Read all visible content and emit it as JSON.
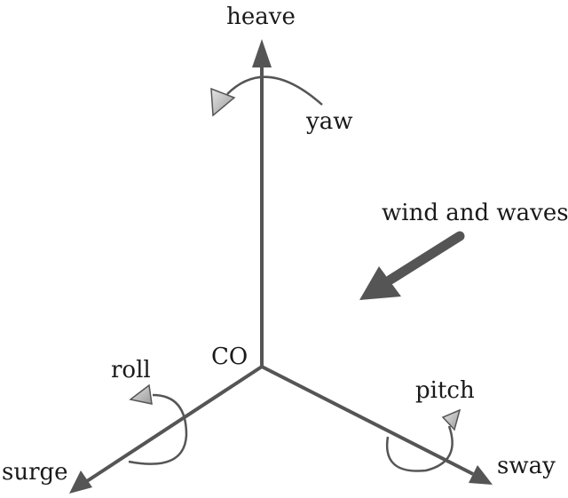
{
  "labels": {
    "heave": "heave",
    "yaw": "yaw",
    "wind": "wind and waves",
    "origin": "CO",
    "roll": "roll",
    "pitch": "pitch",
    "surge": "surge",
    "sway": "sway"
  },
  "colors": {
    "axis": "#555555",
    "rotation_arrowhead": "#c8c8c8",
    "text": "#1a1a1a"
  }
}
